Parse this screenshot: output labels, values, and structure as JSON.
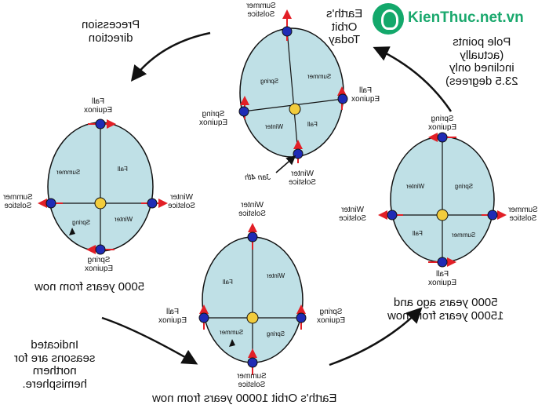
{
  "logo": {
    "text": "KienThuc.net.vn"
  },
  "labels": {
    "precession": [
      "Precession",
      "direction"
    ],
    "pole_note": [
      "Pole points",
      "(actually",
      "inclined only",
      "23.5 degrees)"
    ],
    "orbit_today": [
      "Earth's",
      "Orbit",
      "Today"
    ],
    "jan4": "Jan 4th",
    "years_5000": "5000 years from now",
    "years_5000_ago": [
      "5000 years ago and",
      "15000 years from now"
    ],
    "orbit_10000": "Earth's Orbit 10000 years from now",
    "seasons_note": [
      "Indicated",
      "seasons are for",
      "northern",
      "hemisphere."
    ]
  },
  "orbits": {
    "top": {
      "summer_solstice": [
        "Summer",
        "Solstice"
      ],
      "spring_equinox": [
        "Spring",
        "Equinox"
      ],
      "fall_equinox": [
        "Fall",
        "Equinox"
      ],
      "winter_solstice": [
        "Winter",
        "Solstice"
      ],
      "q": [
        "Summer",
        "Spring",
        "Fall",
        "Winter"
      ]
    },
    "left": {
      "fall_equinox": [
        "Fall",
        "Equinox"
      ],
      "summer_solstice": [
        "Summer",
        "Solstice"
      ],
      "winter_solstice": [
        "Winter",
        "Solstice"
      ],
      "spring_equinox": [
        "Spring",
        "Equinox"
      ],
      "q": [
        "Summer",
        "Fall",
        "Spring",
        "Winter"
      ]
    },
    "right": {
      "spring_equinox": [
        "Spring",
        "Equinox"
      ],
      "winter_solstice": [
        "Winter",
        "Solstice"
      ],
      "summer_solstice": [
        "Summer",
        "Solstice"
      ],
      "fall_equinox": [
        "Fall",
        "Equinox"
      ],
      "q": [
        "Winter",
        "Spring",
        "Fall",
        "Summer"
      ]
    },
    "bottom": {
      "winter_solstice": [
        "Winter",
        "Solstice"
      ],
      "fall_equinox": [
        "Fall",
        "Equinox"
      ],
      "spring_equinox": [
        "Spring",
        "Equinox"
      ],
      "summer_solstice": [
        "Summer",
        "Solstice"
      ],
      "q": [
        "Fall",
        "Winter",
        "Summer",
        "Spring"
      ]
    }
  },
  "colors": {
    "orbit_fill": "#bfe0e6",
    "planet": "#1f2bb5",
    "sun": "#f2cc3c",
    "arrow": "#e21f26",
    "logo": "#1aa86d"
  }
}
